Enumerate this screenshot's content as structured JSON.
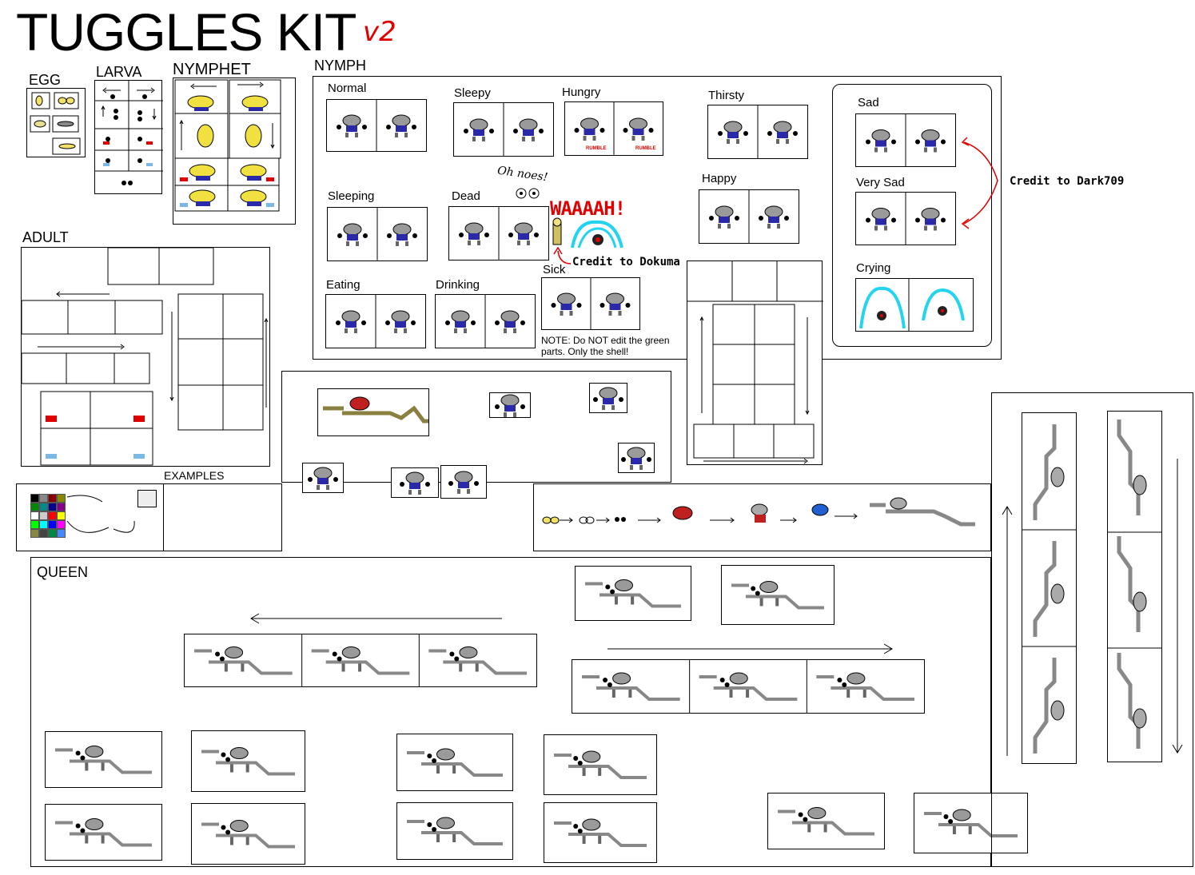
{
  "title": "TUGGLES KIT",
  "version_mark": "v2",
  "sections": {
    "egg": "EGG",
    "larva": "LARVA",
    "nymphet": "NYMPHET",
    "nymph": "NYMPH",
    "adult": "ADULT",
    "queen": "QUEEN",
    "examples": "EXAMPLES"
  },
  "moods": {
    "normal": "Normal",
    "sleepy": "Sleepy",
    "hungry": "Hungry",
    "thirsty": "Thirsty",
    "sad": "Sad",
    "very_sad": "Very Sad",
    "crying": "Crying",
    "happy": "Happy",
    "sleeping": "Sleeping",
    "dead": "Dead",
    "eating": "Eating",
    "drinking": "Drinking",
    "sick": "Sick"
  },
  "rumble": "RUMBLE",
  "note": "NOTE: Do NOT edit the green parts. Only the shell!",
  "credit_dark": "Credit to Dark709",
  "credit_dokuma": "Credit to Dokuma",
  "oh_noes": "Oh noes!",
  "waaah": "WAAAAH!",
  "colors": {
    "accent_red": "#e00000",
    "shell_gray": "#9a9a9a",
    "body_blue": "#2a2aa8",
    "egg_yellow": "#f2e26a",
    "tear_cyan": "#22d4f0"
  }
}
